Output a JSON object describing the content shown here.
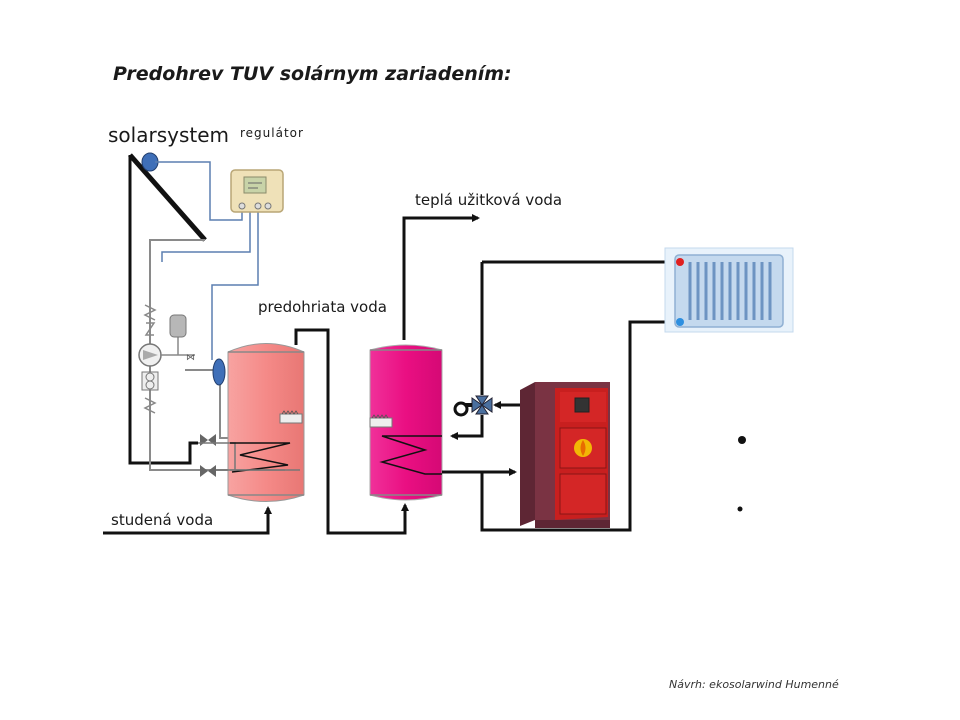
{
  "title": "Predohrev TUV solárnym zariadením:",
  "labels": {
    "solarsystem": "solarsystem",
    "regulator": "regulátor",
    "tepla_voda": "teplá užitková voda",
    "predohriata_voda": "predohriata voda",
    "studena_voda": "studená voda"
  },
  "credit": "Návrh: ekosolarwind Humenné",
  "colors": {
    "pipe": "#111111",
    "sensor_wire": "#5b7fb0",
    "tank_preheat": "#f58a88",
    "tank_main": "#ea0f82",
    "boiler_body": "#d42626",
    "boiler_side": "#6b2c3a",
    "radiator": "#c4d9ee",
    "sensor": "#3f6fb8"
  }
}
